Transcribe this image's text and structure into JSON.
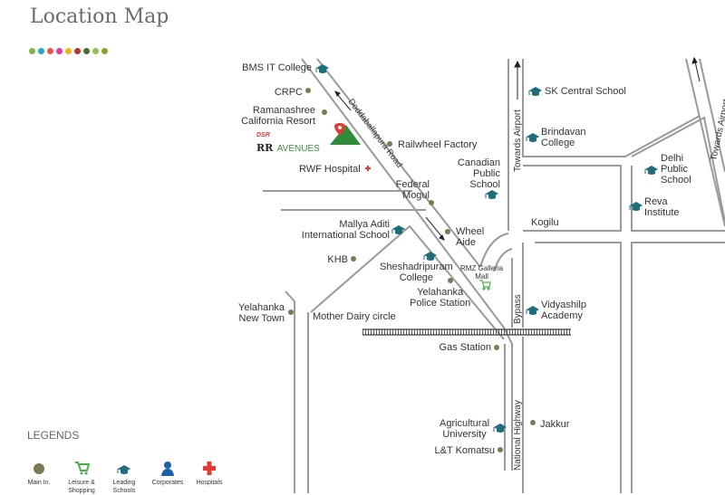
{
  "title": "Location Map",
  "dot_colors": [
    "#7cb342",
    "#26a7c4",
    "#e8554e",
    "#e1399b",
    "#f2b417",
    "#b5372e",
    "#4d6b2a",
    "#8cc152",
    "#9a9a2c"
  ],
  "brand": {
    "top": "DSR",
    "main": "RR",
    "sub": "AVENUES"
  },
  "labels": {
    "bms": "BMS IT College",
    "crpc": "CRPC",
    "ramana1": "Ramanashree",
    "ramana2": "California Resort",
    "railwheel": "Railwheel Factory",
    "rwf": "RWF Hospital",
    "federal1": "Federal",
    "federal2": "Mogul",
    "canadian1": "Canadian",
    "canadian2": "Public",
    "canadian3": "School",
    "mallya1": "Mallya Aditi",
    "mallya2": "International School",
    "wheel1": "Wheel",
    "wheel2": "Aide",
    "khb": "KHB",
    "shesh1": "Sheshadripuram",
    "shesh2": "College",
    "rmz1": "RMZ Galleria",
    "rmz2": "Mall",
    "police1": "Yelahanka",
    "police2": "Police Station",
    "ynt1": "Yelahanka",
    "ynt2": "New Town",
    "motherdairy": "Mother Dairy circle",
    "gas": "Gas Station",
    "agri1": "Agricultural",
    "agri2": "University",
    "lt": "L&T Komatsu",
    "jakkur": "Jakkur",
    "sk": "SK Central School",
    "brindavan1": "Brindavan",
    "brindavan2": "College",
    "delhi1": "Delhi",
    "delhi2": "Public",
    "delhi3": "School",
    "reva1": "Reva",
    "reva2": "Institute",
    "kogilu": "Kogilu",
    "vidya1": "Vidyashilp",
    "vidya2": "Academy"
  },
  "roads": {
    "doddaballapura": "Doddaballapura Road",
    "airport1": "Towards Airport",
    "airport2": "Towards Airport",
    "bypass": "Bypass",
    "nh": "National Highway"
  },
  "legends": {
    "title": "LEGENDS",
    "items": [
      {
        "label": "Main In.",
        "icon": "dot-icon",
        "color": "#7a7a55"
      },
      {
        "label": "Leisure & Shopping",
        "icon": "cart-icon",
        "color": "#4caf50"
      },
      {
        "label": "Leading Schools",
        "icon": "graduation-cap-icon",
        "color": "#1f6e7a"
      },
      {
        "label": "Corporates",
        "icon": "person-icon",
        "color": "#1f5fa8"
      },
      {
        "label": "Hospitals",
        "icon": "cross-icon",
        "color": "#e53935"
      }
    ]
  }
}
